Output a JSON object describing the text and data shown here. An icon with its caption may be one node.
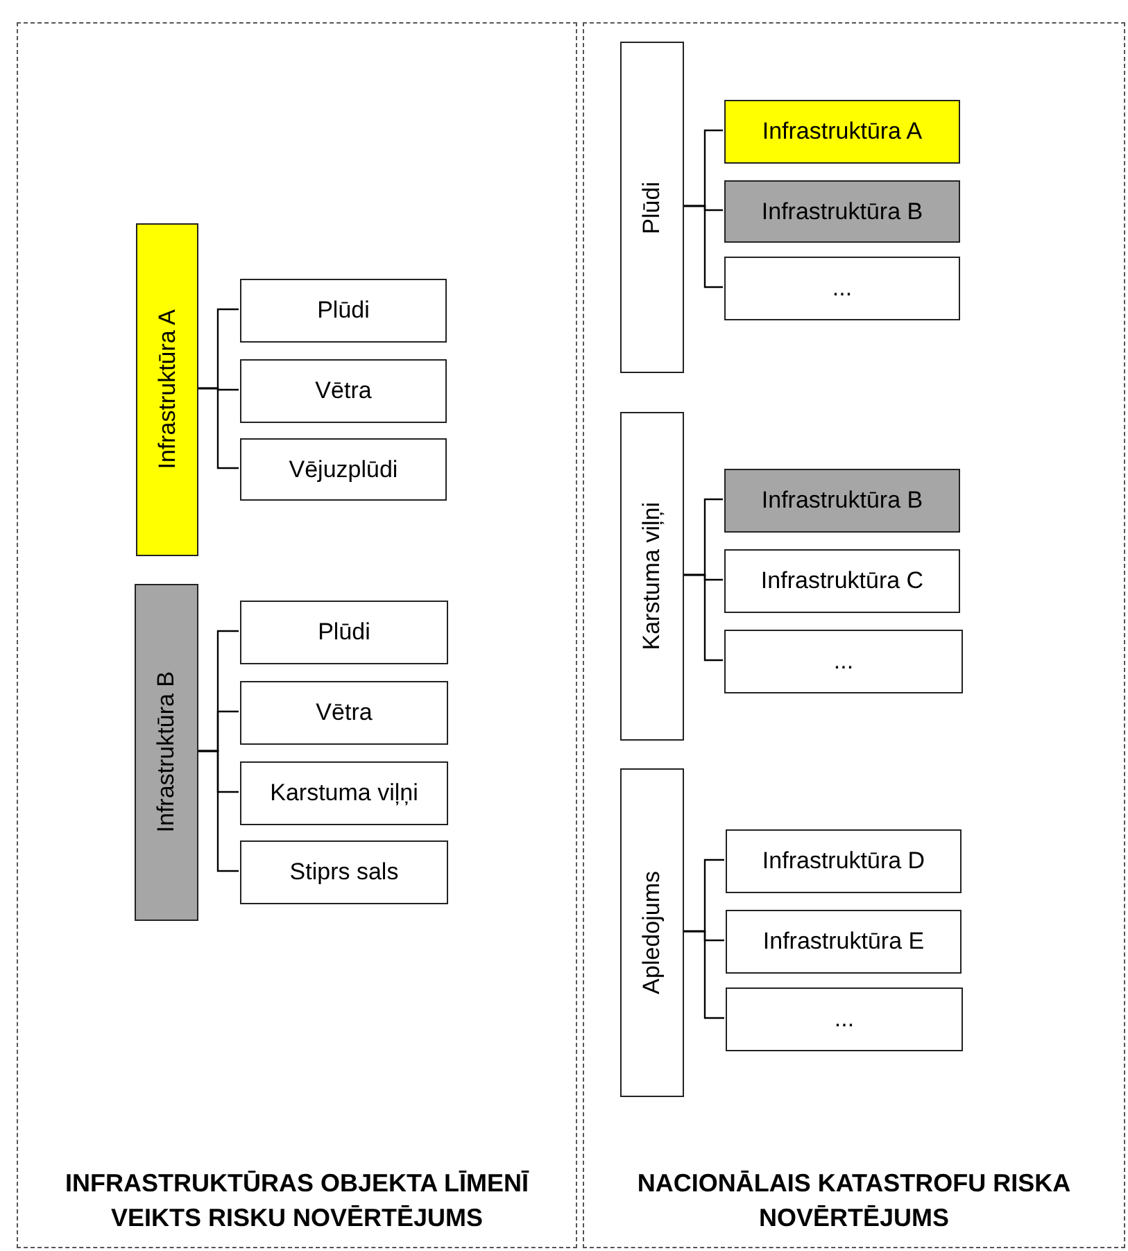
{
  "diagram": {
    "nodes": [
      {
        "text": [
          "INFRASTRUKTŪRAS OBJEKTA LĪMENĪ VEIKTS RISKU NOVĒRTĒJUMS"
        ]
      },
      {
        "text": [
          "Infrastruktūra A"
        ],
        "in": 0
      },
      {
        "text": [
          "Plūdi"
        ],
        "in": 0
      },
      {
        "text": [
          "Vētra"
        ],
        "in": 0
      },
      {
        "text": [
          "Vējuzplūdi"
        ],
        "in": 0
      },
      {
        "text": [
          "Infrastruktūra B"
        ],
        "in": 0
      },
      {
        "text": [
          "Plūdi"
        ],
        "in": 0
      },
      {
        "text": [
          "Vētra"
        ],
        "in": 0
      },
      {
        "text": [
          "Karstuma viļņi"
        ],
        "in": 0
      },
      {
        "text": [
          "Stiprs sals"
        ],
        "in": 0
      },
      {
        "text": [
          "NACIONĀLAIS KATASTROFU RISKA NOVĒRTĒJUMS"
        ]
      },
      {
        "text": [
          "Plūdi"
        ],
        "in": 10
      },
      {
        "text": [
          "Infrastruktūra A"
        ],
        "in": 10
      },
      {
        "text": [
          "Infrastruktūra B"
        ],
        "in": 10
      },
      {
        "text": [
          "..."
        ],
        "in": 10
      },
      {
        "text": [
          "Karstuma viļņi"
        ],
        "in": 10
      },
      {
        "text": [
          "Infrastruktūra B"
        ],
        "in": 10
      },
      {
        "text": [
          "Infrastruktūra C"
        ],
        "in": 10
      },
      {
        "text": [
          "..."
        ],
        "in": 10
      },
      {
        "text": [
          "Apledojums"
        ],
        "in": 10
      },
      {
        "text": [
          "Infrastruktūra D"
        ],
        "in": 10
      },
      {
        "text": [
          "Infrastruktūra E"
        ],
        "in": 10
      },
      {
        "text": [
          "..."
        ],
        "in": 10
      }
    ],
    "edges": [
      {
        "from": 1,
        "to": 2,
        "arrow": "none"
      },
      {
        "from": 1,
        "to": 3,
        "arrow": "none"
      },
      {
        "from": 1,
        "to": 4,
        "arrow": "none"
      },
      {
        "from": 5,
        "to": 6,
        "arrow": "none"
      },
      {
        "from": 5,
        "to": 7,
        "arrow": "none"
      },
      {
        "from": 5,
        "to": 8,
        "arrow": "none"
      },
      {
        "from": 5,
        "to": 9,
        "arrow": "none"
      },
      {
        "from": 11,
        "to": 12,
        "arrow": "none"
      },
      {
        "from": 11,
        "to": 13,
        "arrow": "none"
      },
      {
        "from": 11,
        "to": 14,
        "arrow": "none"
      },
      {
        "from": 15,
        "to": 16,
        "arrow": "none"
      },
      {
        "from": 15,
        "to": 17,
        "arrow": "none"
      },
      {
        "from": 15,
        "to": 18,
        "arrow": "none"
      },
      {
        "from": 19,
        "to": 20,
        "arrow": "none"
      },
      {
        "from": 19,
        "to": 21,
        "arrow": "none"
      },
      {
        "from": 19,
        "to": 22,
        "arrow": "none"
      }
    ]
  }
}
